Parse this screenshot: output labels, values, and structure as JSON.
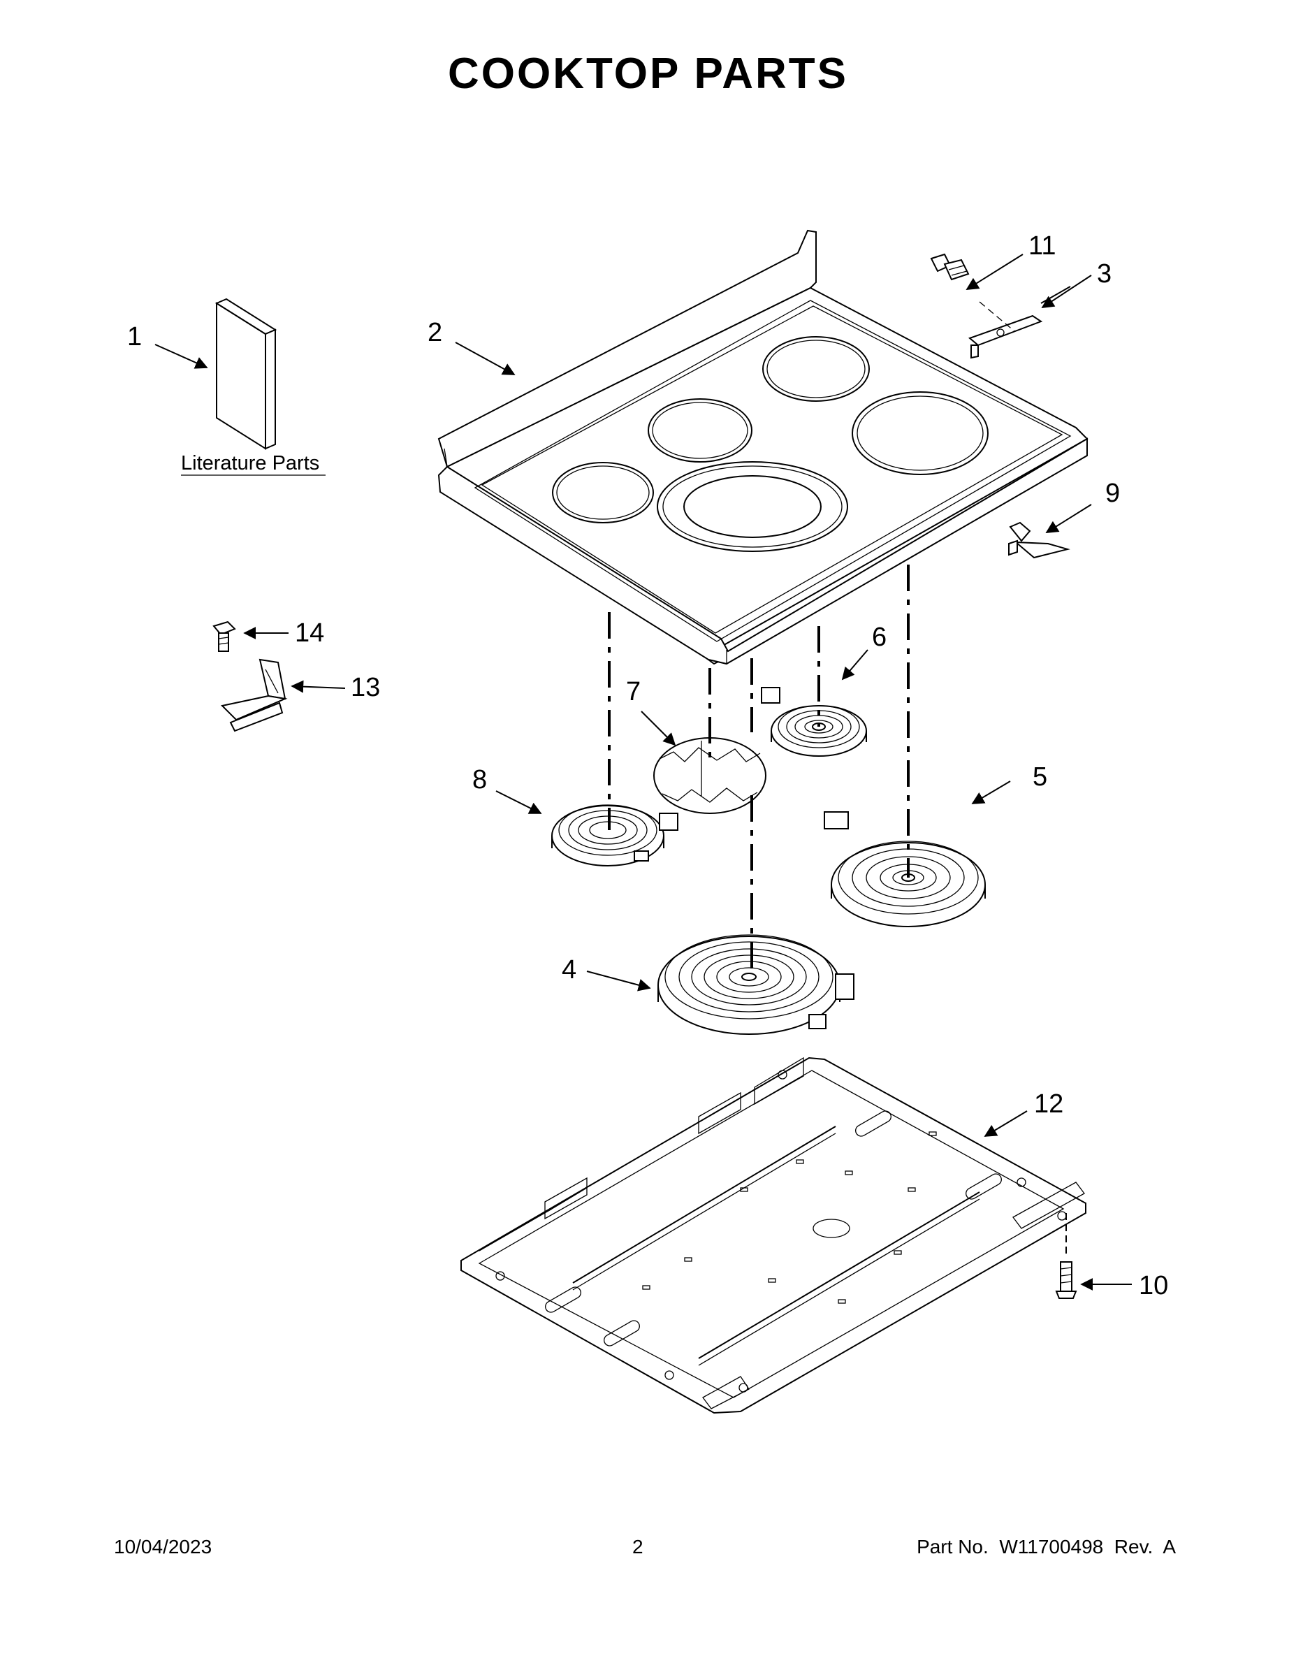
{
  "title": "COOKTOP PARTS",
  "literature_label": "Literature Parts",
  "callouts": {
    "c1": "1",
    "c2": "2",
    "c3": "3",
    "c4": "4",
    "c5": "5",
    "c6": "6",
    "c7": "7",
    "c8": "8",
    "c9": "9",
    "c10": "10",
    "c11": "11",
    "c12": "12",
    "c13": "13",
    "c14": "14"
  },
  "footer": {
    "date": "10/04/2023",
    "page": "2",
    "part_number": "Part No.  W11700498  Rev.  A"
  }
}
